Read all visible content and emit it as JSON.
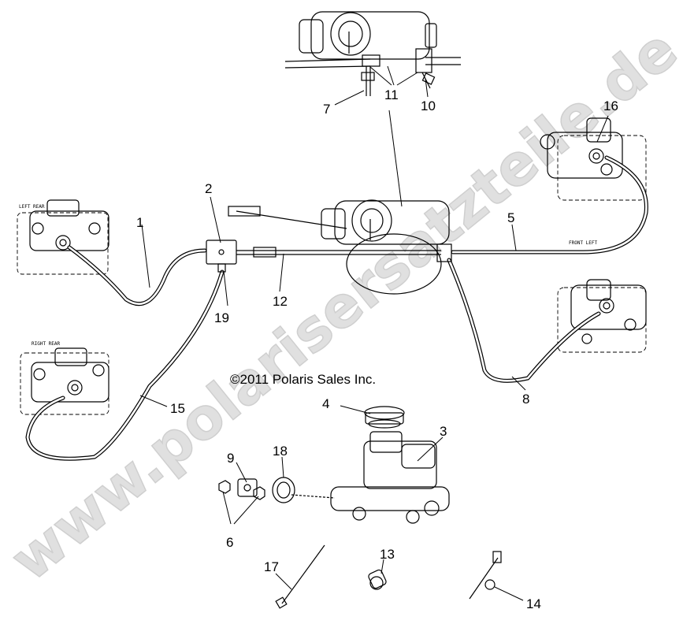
{
  "diagram": {
    "copyright": "©2011 Polaris Sales Inc.",
    "watermark": "www.polarisersatzteile.de",
    "caliper_labels": {
      "left_rear": "LEFT REAR",
      "right_rear": "RIGHT REAR",
      "front_left": "FRONT LEFT"
    },
    "callouts": [
      "1",
      "2",
      "3",
      "4",
      "5",
      "6",
      "7",
      "8",
      "9",
      "10",
      "11",
      "12",
      "13",
      "14",
      "15",
      "16",
      "17",
      "18",
      "19"
    ]
  }
}
